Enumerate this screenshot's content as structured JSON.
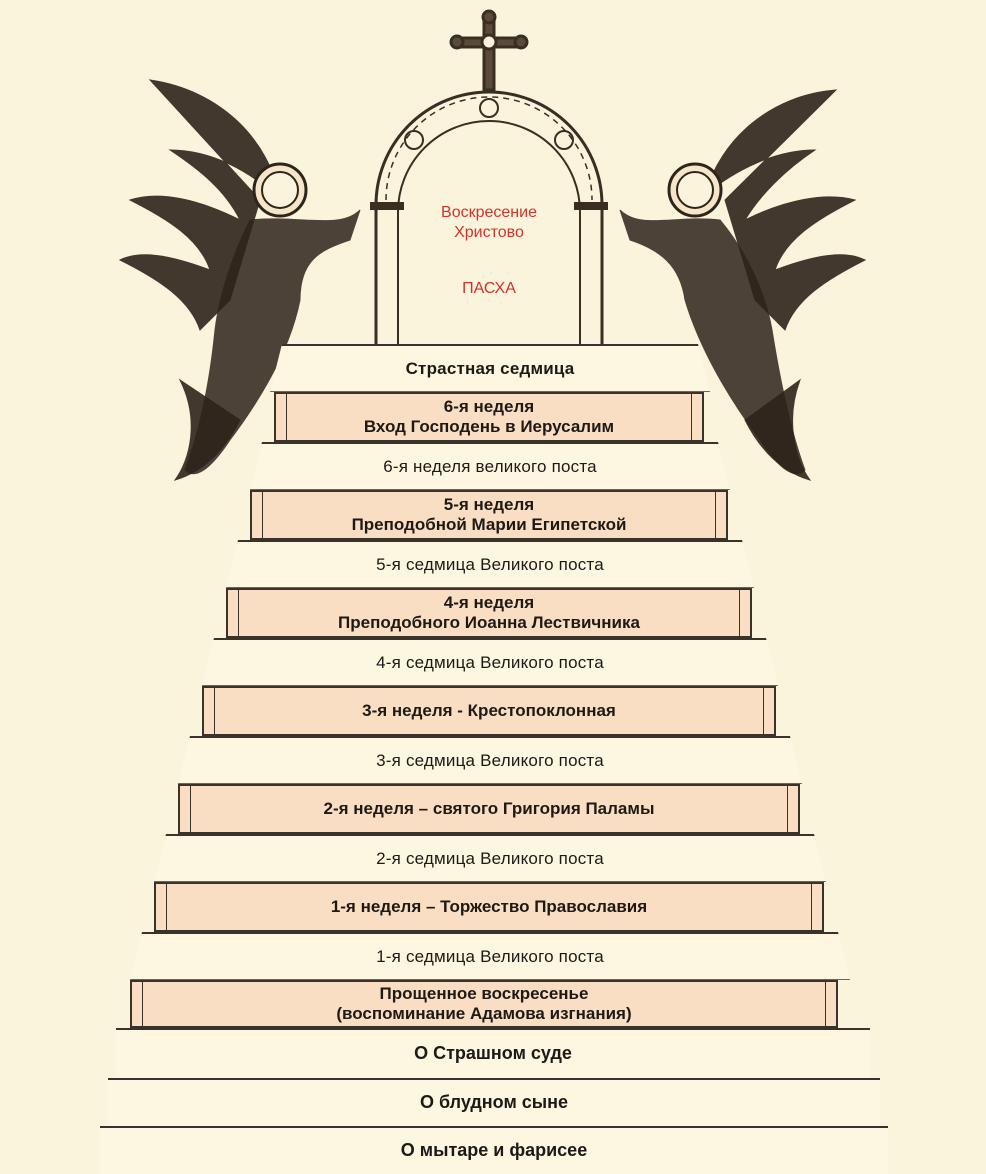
{
  "arch": {
    "line1": "Воскресение",
    "line2": "Христово",
    "pascha": "ПАСХА"
  },
  "steps": [
    {
      "kind": "riser",
      "l1": "Страстная седмица",
      "l2": ""
    },
    {
      "kind": "tread",
      "l1": "6-я неделя",
      "l2": "Вход Господень в Иерусалим"
    },
    {
      "kind": "riser",
      "l1": "6-я неделя великого поста",
      "l2": ""
    },
    {
      "kind": "tread",
      "l1": "5-я неделя",
      "l2": "Преподобной Марии Египетской"
    },
    {
      "kind": "riser",
      "l1": "5-я седмица Великого поста",
      "l2": ""
    },
    {
      "kind": "tread",
      "l1": "4-я неделя",
      "l2": "Преподобного Иоанна Лествичника"
    },
    {
      "kind": "riser",
      "l1": "4-я седмица Великого поста",
      "l2": ""
    },
    {
      "kind": "tread",
      "l1": "3-я неделя - Крестопоклонная",
      "l2": ""
    },
    {
      "kind": "riser",
      "l1": "3-я седмица Великого поста",
      "l2": ""
    },
    {
      "kind": "tread",
      "l1": "2-я неделя – святого Григория Паламы",
      "l2": ""
    },
    {
      "kind": "riser",
      "l1": "2-я седмица Великого поста",
      "l2": ""
    },
    {
      "kind": "tread",
      "l1": "1-я неделя – Торжество Православия",
      "l2": ""
    },
    {
      "kind": "riser",
      "l1": "1-я седмица Великого поста",
      "l2": ""
    },
    {
      "kind": "tread",
      "l1": "Прощенное воскресенье",
      "l2": "(воспоминание Адамова изгнания)"
    },
    {
      "kind": "bottom",
      "l1": "О Страшном суде",
      "l2": ""
    },
    {
      "kind": "bottom",
      "l1": "О блудном сыне",
      "l2": ""
    },
    {
      "kind": "bottom",
      "l1": "О мытаре и фарисее",
      "l2": ""
    }
  ],
  "colors": {
    "background": "#fbf4dc",
    "tread": "#fadec4",
    "riser": "#fdf6e1",
    "line": "#3a332b",
    "arch_text": "#d2322c"
  }
}
